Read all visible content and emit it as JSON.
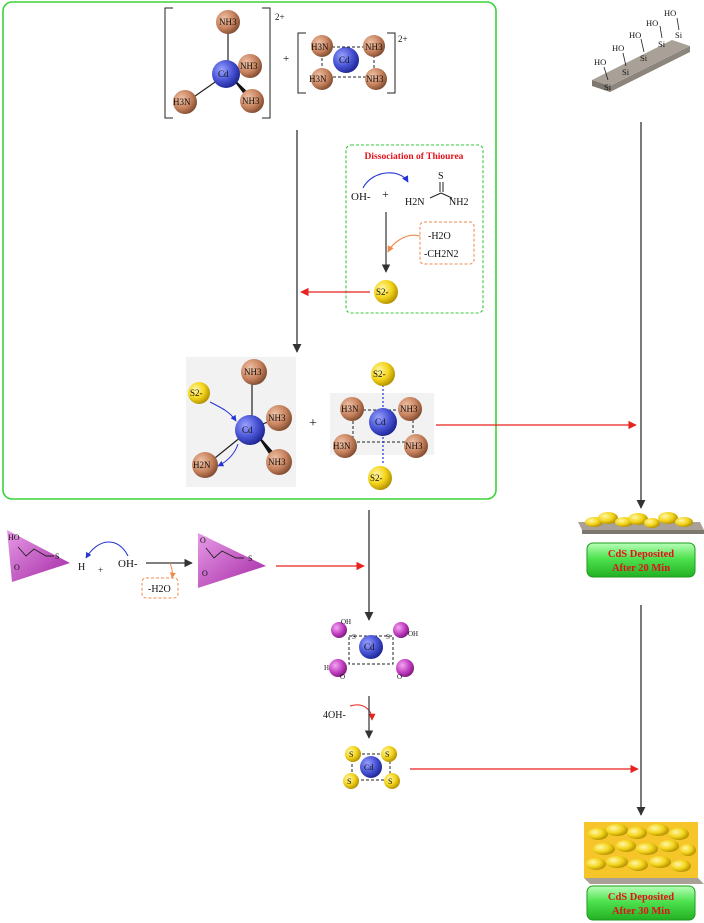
{
  "labels": {
    "cd": "Cd",
    "nh3": "NH3",
    "h3n": "H3N",
    "h2n": "H2N",
    "charge_2plus": "2+",
    "plus": "+",
    "s2minus": "S2-",
    "oh_minus": "OH-",
    "thiourea_S": "S",
    "thiourea_h2n": "H2N",
    "thiourea_nh2": "NH2",
    "minus_h2o": "-H2O",
    "minus_ch2n2": "-CH2N2",
    "si": "Si",
    "ho": "HO",
    "h": "H",
    "o": "O",
    "s": "S",
    "oh": "OH",
    "four_oh": "4OH-"
  },
  "thiourea_box": {
    "title": "Dissociation of Thiourea"
  },
  "badges": [
    {
      "line1": "CdS Deposited",
      "line2": "After 20 Min"
    },
    {
      "line1": "CdS Deposited",
      "line2": "After 30 Min"
    }
  ],
  "colors": {
    "green_border": "#3ad33a",
    "cd_blue": "#4a55d6",
    "nh3_brown": "#c7825e",
    "sulfur_yellow": "#f4d51b",
    "ligand_magenta": "#c03dc0",
    "arrow_red": "#e8231f",
    "dashed_orange": "#f08a4b",
    "dashed_green": "#37c837",
    "badge_green": "#5ee85e",
    "substrate_gray": "#a9a198"
  }
}
